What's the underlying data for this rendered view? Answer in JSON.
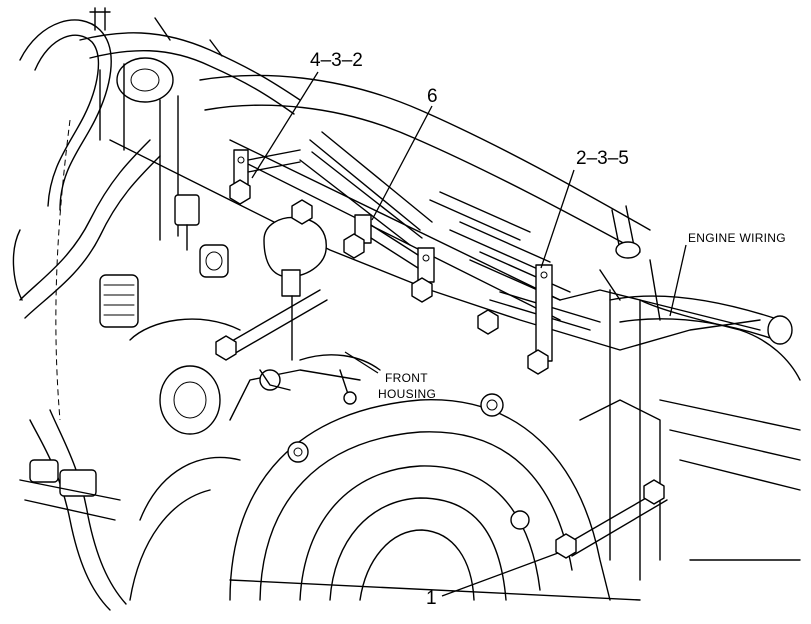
{
  "callouts": {
    "c1": "1",
    "c432": "4–3–2",
    "c6": "6",
    "c235": "2–3–5"
  },
  "labels": {
    "engine_wiring": "ENGINE WIRING",
    "front_line1": "FRONT",
    "front_line2": "HOUSING"
  }
}
